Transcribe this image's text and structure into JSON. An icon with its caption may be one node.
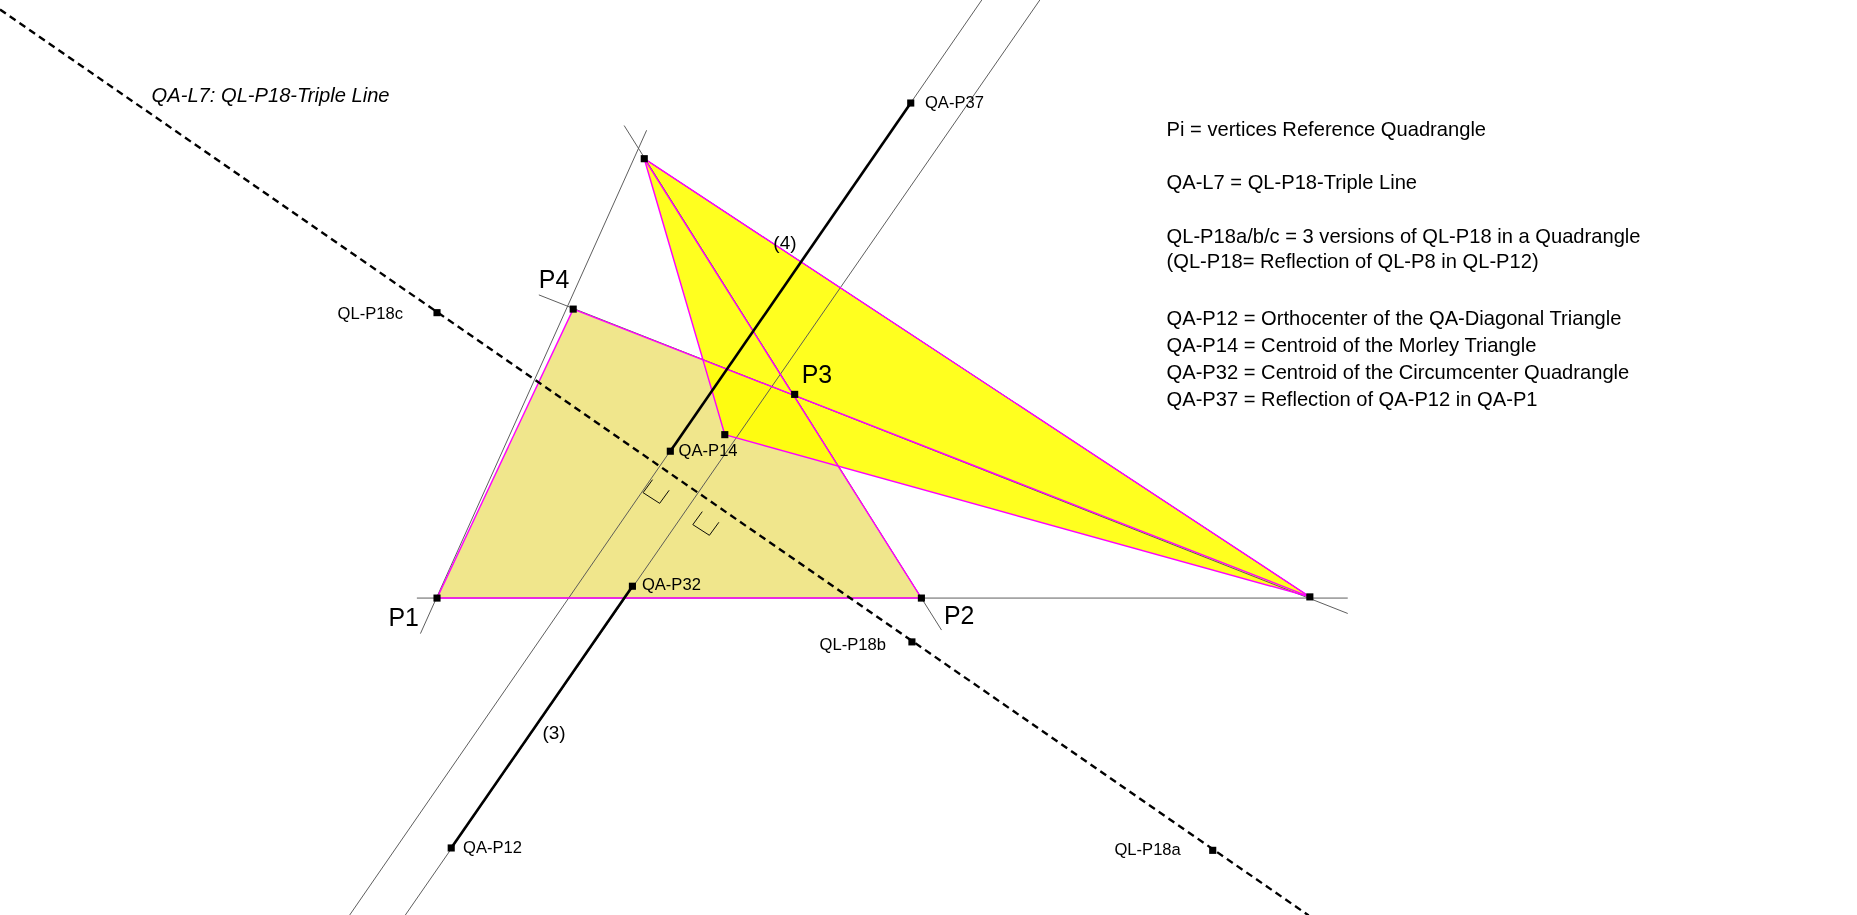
{
  "diagram": {
    "labels": [
      "QA-L7: QL-P18-Triple Line",
      "QA-P37",
      "Pi = vertices Reference Quadrangle",
      "QA-L7 = QL-P18-Triple Line",
      "QL-P18a/b/c = 3 versions of QL-P18 in a Quadrangle",
      "(QL-P18= Reflection of QL-P8 in QL-P12)",
      "QA-P12 = Orthocenter of the QA-Diagonal Triangle",
      "QA-P14 = Centroid of the Morley Triangle",
      "QA-P32 = Centroid of the Circumcenter Quadrangle",
      "QA-P37 = Reflection of QA-P12 in QA-P1",
      "(4)",
      "P4",
      "QL-P18c",
      "P3",
      "QA-P14",
      "QA-P32",
      "P1",
      "P2",
      "QL-P18b",
      "(3)",
      "QA-P12",
      "QL-P18a"
    ]
  }
}
